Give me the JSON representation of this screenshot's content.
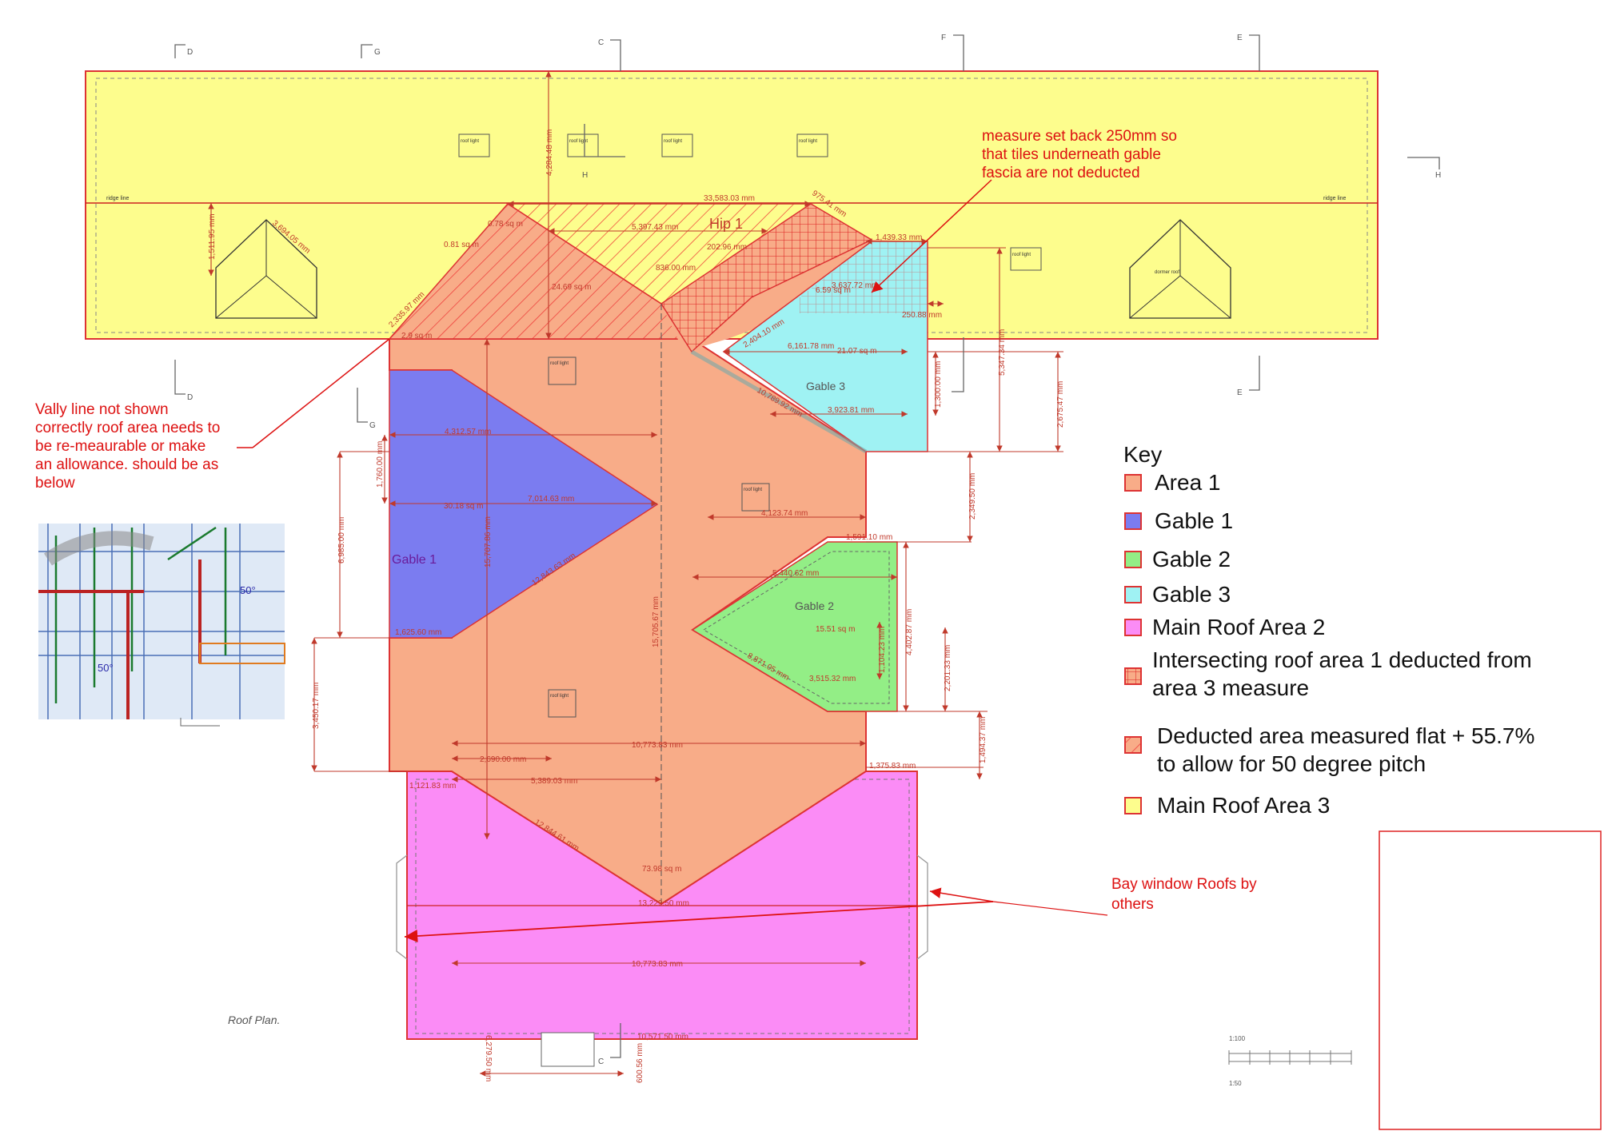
{
  "colors": {
    "area1": "#f8ac88",
    "gable1": "#7b7cf0",
    "gable2": "#93ee86",
    "gable3": "#9ff2f3",
    "main_roof_2": "#fb8cf6",
    "main_roof_3": "#fdfd8d",
    "annotation": "#dd1111",
    "dimension": "#c0392b"
  },
  "key": {
    "title": "Key",
    "items": [
      {
        "label": "Area 1",
        "swatch": "area1"
      },
      {
        "label": "Gable 1",
        "swatch": "gable1"
      },
      {
        "label": "Gable 2",
        "swatch": "gable2"
      },
      {
        "label": "Gable 3",
        "swatch": "gable3"
      },
      {
        "label": "Main Roof Area 2",
        "swatch": "main_roof_2"
      },
      {
        "label_line1": "Intersecting roof area 1 deducted from",
        "label_line2": "area 3 measure",
        "swatch": "grid"
      },
      {
        "label_line1": "Deducted area measured flat + 55.7%",
        "label_line2": "to allow for 50 degree pitch",
        "swatch": "hatch"
      },
      {
        "label": "Main Roof Area 3",
        "swatch": "main_roof_3"
      }
    ]
  },
  "notes": {
    "setback": [
      "measure set back 250mm so",
      "that tiles underneath gable",
      "fascia are not deducted"
    ],
    "valley": [
      "Vally line not shown",
      "correctly roof area needs to",
      "be re-meaurable or make",
      "an allowance. should be as",
      "below"
    ],
    "bay": [
      "Bay window Roofs by",
      "others"
    ]
  },
  "regions": {
    "hip1": "Hip 1",
    "gable1": "Gable 1",
    "gable2": "Gable 2",
    "gable3": "Gable 3"
  },
  "areas": {
    "a1": "24.69 sq m",
    "a2": "30.18 sq m",
    "a3": "15.51 sq m",
    "a4": "21.07 sq m",
    "a5": "73.98 sq m",
    "a6": "0.81 sq m",
    "a7": "0.78 sq m",
    "a8": "6.59 sq m",
    "a9": "2.9 sq m"
  },
  "dimensions": {
    "d1": "33,583.03 mm",
    "d2": "5,397.43 mm",
    "d3": "4,284.48 mm",
    "d4": "1,511.95 mm",
    "d5": "3,694.05 mm",
    "d6": "4,312.57 mm",
    "d7": "7,014.63 mm",
    "d8": "1,760.00 mm",
    "d9": "6,985.00 mm",
    "d10": "15,707.86 mm",
    "d11": "12,843.63 mm",
    "d12": "1,625.60 mm",
    "d13": "3,450.17 mm",
    "d14": "15,705.67 mm",
    "d15": "4,123.74 mm",
    "d16": "1,591.10 mm",
    "d17": "5,440.62 mm",
    "d18": "4,402.87 mm",
    "d19": "1,104.23 mm",
    "d20": "2,201.33 mm",
    "d21": "3,515.32 mm",
    "d22": "8,871.05 mm",
    "d23": "1,494.37 mm",
    "d24": "10,773.83 mm",
    "d25": "2,690.00 mm",
    "d26": "5,389.03 mm",
    "d27": "1,121.83 mm",
    "d28": "1,375.83 mm",
    "d29": "12,844.61 mm",
    "d30": "13,229.50 mm",
    "d31": "10,773.83 mm",
    "d32": "10,571.50 mm",
    "d33": "6,279.50 mm",
    "d34": "600.56 mm",
    "d35": "6,161.78 mm",
    "d36": "3,923.81 mm",
    "d37": "1,300.00 mm",
    "d38": "5,347.34 mm",
    "d39": "2,675.47 mm",
    "d40": "2,349.50 mm",
    "d41": "1,439.33 mm",
    "d42": "3,637.72 mm",
    "d43": "250.88 mm",
    "d44": "975.41 mm",
    "d45": "202.96 mm",
    "d46": "836.00 mm",
    "d47": "2,404.10 mm",
    "d48": "10,789.92 mm",
    "d49": "2,335.97 mm"
  },
  "labels": {
    "roof_light": "roof light",
    "ridge_line": "ridge line",
    "dormer_roof": "dormer roof",
    "roof_plan": "Roof Plan.",
    "scale_100": "1:100",
    "scale_50": "1:50",
    "angle": "50°",
    "sec_d": "D",
    "sec_g": "G",
    "sec_c": "C",
    "sec_f": "F",
    "sec_e": "E",
    "sec_h": "H"
  }
}
